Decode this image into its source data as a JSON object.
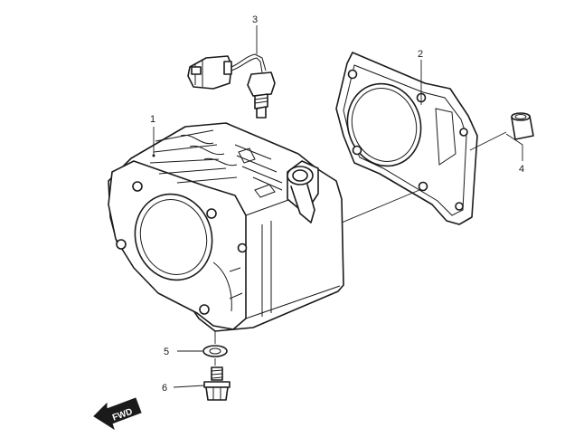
{
  "callouts": [
    {
      "id": "1",
      "label": "1"
    },
    {
      "id": "2",
      "label": "2"
    },
    {
      "id": "3",
      "label": "3"
    },
    {
      "id": "4",
      "label": "4"
    },
    {
      "id": "5",
      "label": "5"
    },
    {
      "id": "6",
      "label": "6"
    }
  ],
  "fwd_label": "FWD"
}
